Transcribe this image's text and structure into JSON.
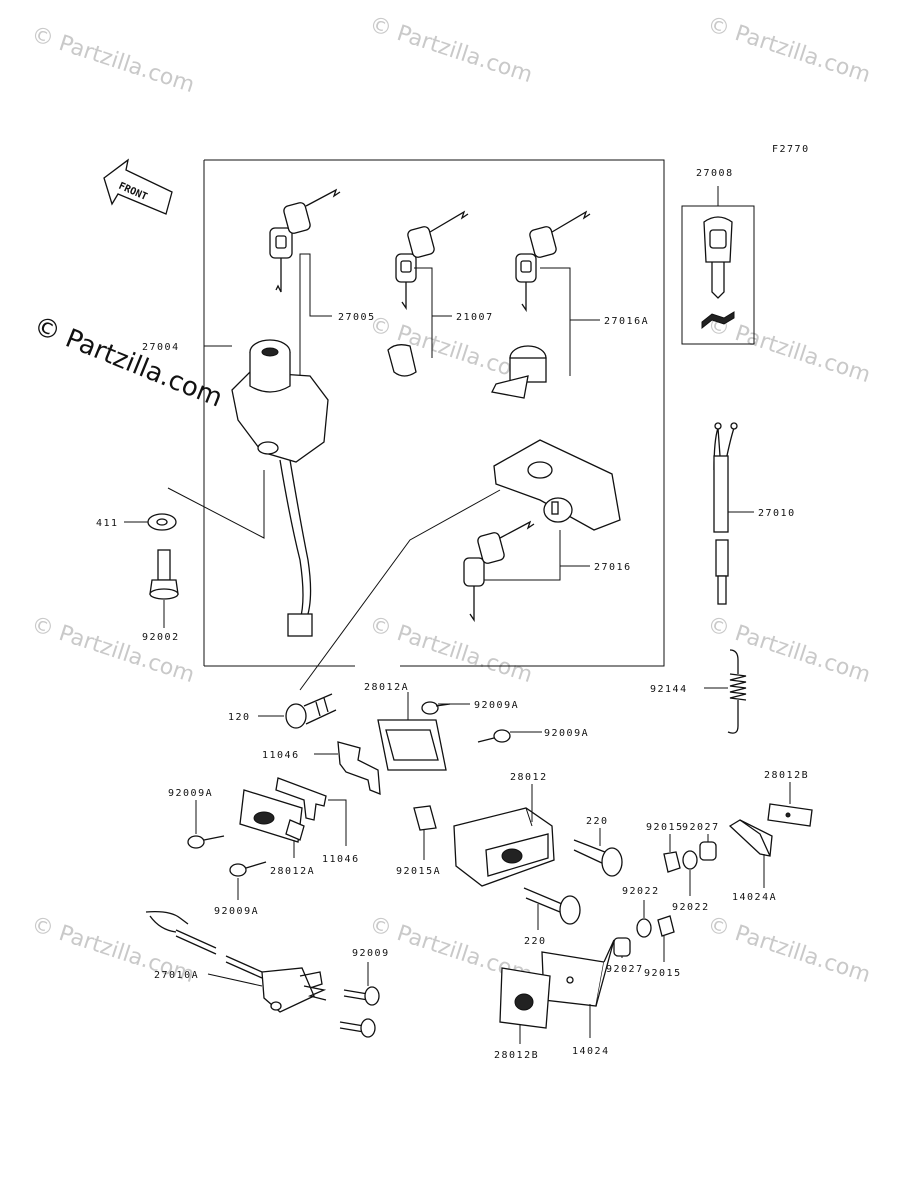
{
  "figure_code": "F2770",
  "front_label": "FRONT",
  "watermark": "© Partzilla.com",
  "parts": {
    "p27004": "27004",
    "p27005": "27005",
    "p21007": "21007",
    "p27016A": "27016A",
    "p27008": "27008",
    "p27010": "27010",
    "p411": "411",
    "p92002": "92002",
    "p27016": "27016",
    "p120": "120",
    "p92144": "92144",
    "p28012A_top": "28012A",
    "p92009A_1": "92009A",
    "p92009A_2": "92009A",
    "p11046_top": "11046",
    "p28012": "28012",
    "p28012B_right": "28012B",
    "p92009A_3": "92009A",
    "p11046_bot": "11046",
    "p220_top": "220",
    "p92027_right": "92027",
    "p92015_right": "92015",
    "p92015A": "92015A",
    "p28012A_bot": "28012A",
    "p92009A_4": "92009A",
    "p92022_top": "92022",
    "p92022_bot": "92022",
    "p14024A": "14024A",
    "p220_bot": "220",
    "p92009": "92009",
    "p27010A": "27010A",
    "p92027_bot": "92027",
    "p92015_bot": "92015",
    "p28012B_bot": "28012B",
    "p14024": "14024"
  }
}
